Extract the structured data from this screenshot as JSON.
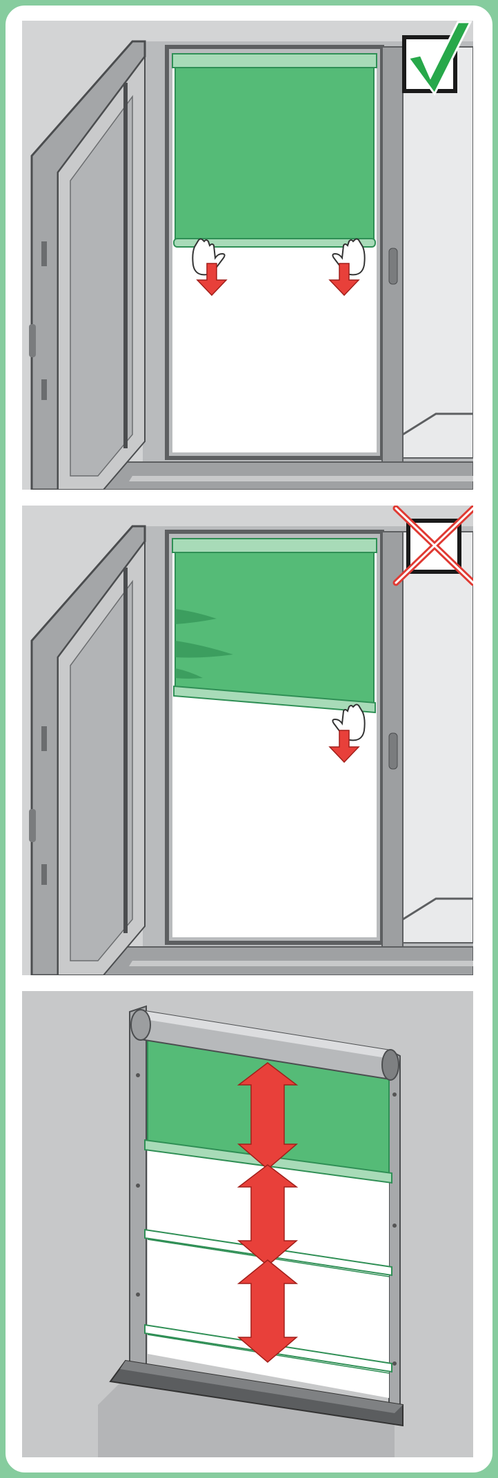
{
  "colors": {
    "border": "#86cc9e",
    "blind_green": "#55bb77",
    "blind_green_dark": "#2f8f55",
    "blind_head_light": "#a8dbb8",
    "window_frame": "#8f9193",
    "window_frame_dark": "#5d5f61",
    "wall": "#d3d4d5",
    "wall_panel3": "#c7c8c9",
    "arrow_red": "#e8403a",
    "check_green": "#27a84a",
    "cross_red": "#e03a33",
    "hand_white": "#ffffff"
  },
  "panels": [
    {
      "id": "correct-pull",
      "verdict_icon": "checkmark-icon",
      "pull_points": 2
    },
    {
      "id": "incorrect-pull",
      "verdict_icon": "cross-icon",
      "pull_points": 1
    },
    {
      "id": "blind-range",
      "range_arrows": 3
    }
  ]
}
